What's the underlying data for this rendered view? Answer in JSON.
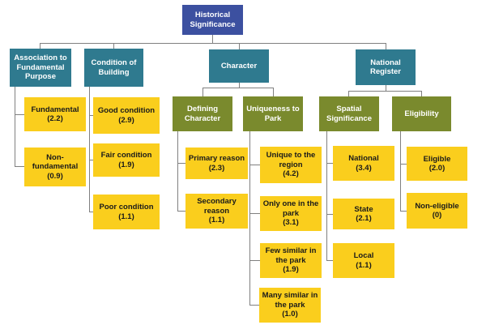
{
  "diagram_title": "Historical Significance",
  "colors": {
    "root_blue": "#3C50A0",
    "branch_teal": "#2F7A8F",
    "subbranch_olive": "#7A8A2D",
    "leaf_yellow": "#FACE1D",
    "connector_gray": "#808080"
  },
  "tree": {
    "root": {
      "label": "Historical Significance"
    },
    "branches": [
      {
        "label": "Association to Fundamental Purpose",
        "leaves": [
          {
            "label": "Fundamental",
            "score": "(2.2)"
          },
          {
            "label": "Non-fundamental",
            "score": "(0.9)"
          }
        ]
      },
      {
        "label": "Condition of Building",
        "leaves": [
          {
            "label": "Good condition",
            "score": "(2.9)"
          },
          {
            "label": "Fair condition",
            "score": "(1.9)"
          },
          {
            "label": "Poor condition",
            "score": "(1.1)"
          }
        ]
      },
      {
        "label": "Character",
        "children": [
          {
            "label": "Defining Character",
            "leaves": [
              {
                "label": "Primary reason",
                "score": "(2.3)"
              },
              {
                "label": "Secondary reason",
                "score": "(1.1)"
              }
            ]
          },
          {
            "label": "Uniqueness to Park",
            "leaves": [
              {
                "label": "Unique to the region",
                "score": "(4.2)"
              },
              {
                "label": "Only one in the park",
                "score": "(3.1)"
              },
              {
                "label": "Few similar in the park",
                "score": "(1.9)"
              },
              {
                "label": "Many similar in the park",
                "score": "(1.0)"
              }
            ]
          }
        ]
      },
      {
        "label": "National Register",
        "children": [
          {
            "label": "Spatial Significance",
            "leaves": [
              {
                "label": "National",
                "score": "(3.4)"
              },
              {
                "label": "State",
                "score": "(2.1)"
              },
              {
                "label": "Local",
                "score": "(1.1)"
              }
            ]
          },
          {
            "label": "Eligibility",
            "leaves": [
              {
                "label": "Eligible",
                "score": "(2.0)"
              },
              {
                "label": "Non-eligible",
                "score": "(0)"
              }
            ]
          }
        ]
      }
    ]
  }
}
